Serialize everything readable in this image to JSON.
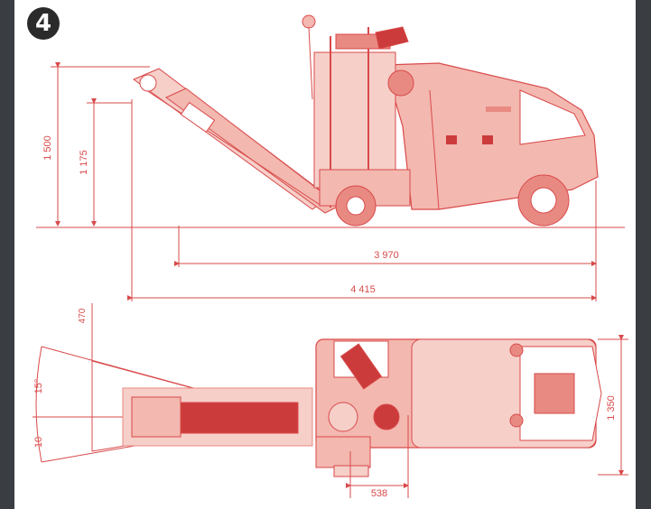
{
  "figure": {
    "step_number": "4",
    "colors": {
      "line": "#d94a4a",
      "fill_light": "#f3b8b0",
      "fill_mid": "#e88a82",
      "fill_dark": "#cc3b3b",
      "frame": "#3a3d42"
    }
  },
  "side_view": {
    "dims": {
      "height_total": "1 500",
      "height_discharge": "1 175",
      "length_machine": "3 970",
      "length_total": "4 415"
    }
  },
  "top_view": {
    "dims": {
      "offset": "470",
      "angle_upper": "15°",
      "angle_lower": "10",
      "width": "1 350",
      "drum_offset": "538"
    }
  }
}
